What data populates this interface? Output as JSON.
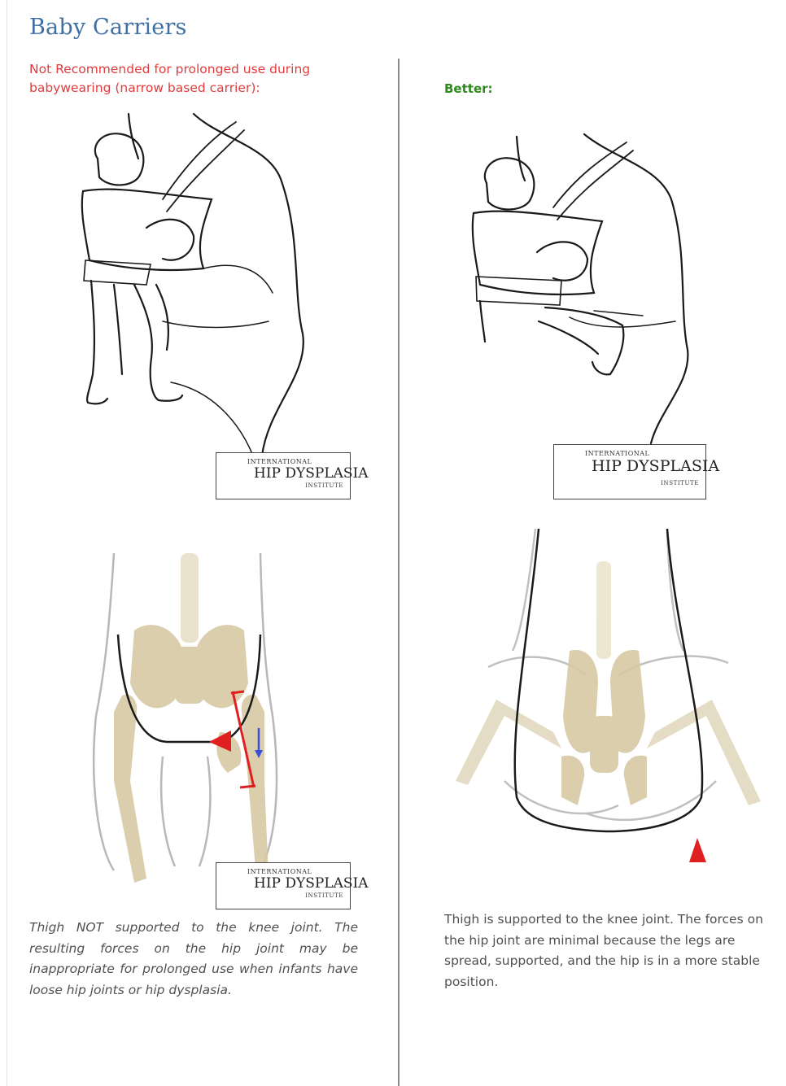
{
  "page": {
    "title": "Baby Carriers"
  },
  "left_panel": {
    "heading": "Not Recommended for prolonged use during babywearing (narrow based carrier):",
    "caption": "Thigh NOT supported to the knee joint. The resulting forces on the hip joint may be inappropriate for prolonged use when infants have loose hip joints or hip dysplasia."
  },
  "right_panel": {
    "heading": "Better:",
    "caption": "Thigh is supported to the knee joint. The forces on the hip joint are minimal because the legs are spread, supported, and the hip is in a more stable position."
  },
  "logo": {
    "line1": "INTERNATIONAL",
    "line2": "HIP DYSPLASIA",
    "line3": "INSTITUTE"
  },
  "colors": {
    "title": "#3f6fa3",
    "warning": "#e23c3c",
    "better": "#2f8a1c",
    "bone": "#d6c9a4",
    "arrow_red": "#e02020",
    "arrow_blue": "#3b4fd8"
  }
}
